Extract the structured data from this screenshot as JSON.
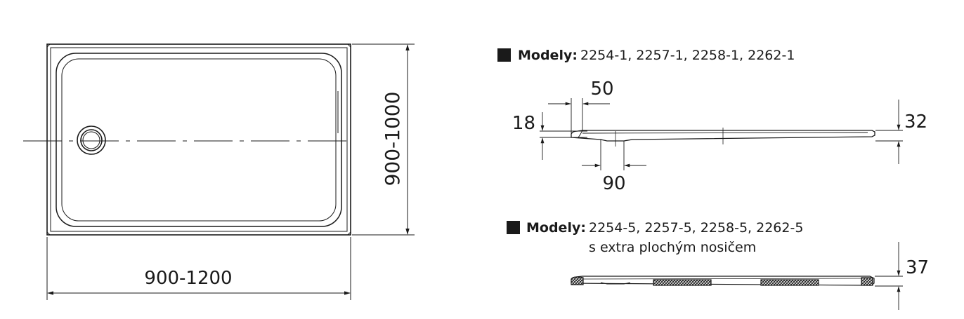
{
  "plan_view": {
    "width_dimension": "900-1200",
    "depth_dimension": "900-1000"
  },
  "section_1": {
    "label": "Modely:",
    "models": "2254-1, 2257-1, 2258-1, 2262-1",
    "dim_rim_width": "50",
    "dim_rim_height": "18",
    "dim_drain_width": "90",
    "dim_total_height": "32"
  },
  "section_2": {
    "label": "Modely:",
    "models": "2254-5, 2257-5, 2258-5, 2262-5",
    "note": "s extra plochým nosičem",
    "dim_total_height": "37"
  },
  "colors": {
    "line": "#1a1a1a",
    "hatch": "#444444"
  }
}
